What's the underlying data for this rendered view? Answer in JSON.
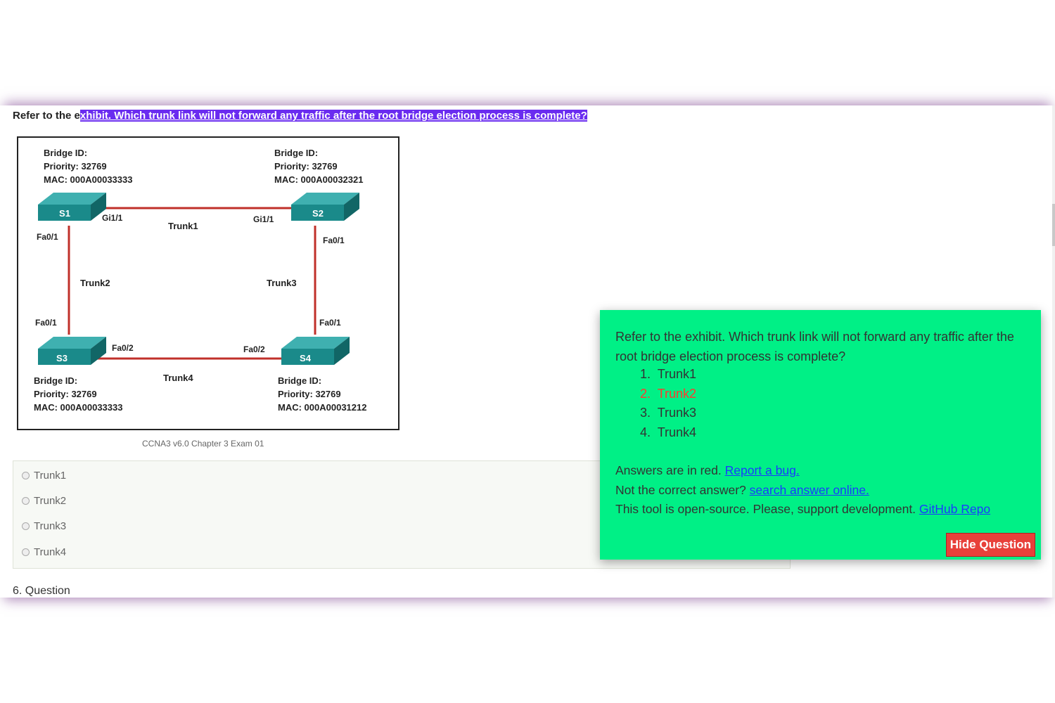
{
  "question": {
    "prefix": "Refer to the e",
    "selected": "xhibit. Which trunk link will not forward any traffic after the root bridge election process is complete?"
  },
  "exhibit": {
    "switches": [
      {
        "name": "S1",
        "bridge_label": "Bridge ID:",
        "priority": "Priority: 32769",
        "mac": "MAC: 000A00033333"
      },
      {
        "name": "S2",
        "bridge_label": "Bridge ID:",
        "priority": "Priority: 32769",
        "mac": "MAC: 000A00032321"
      },
      {
        "name": "S3",
        "bridge_label": "Bridge ID:",
        "priority": "Priority: 32769",
        "mac": "MAC: 000A00033333"
      },
      {
        "name": "S4",
        "bridge_label": "Bridge ID:",
        "priority": "Priority: 32769",
        "mac": "MAC: 000A00031212"
      }
    ],
    "ports": {
      "s1_right": "Gi1/1",
      "s2_left": "Gi1/1",
      "s1_down": "Fa0/1",
      "s2_down": "Fa0/1",
      "s3_up": "Fa0/1",
      "s4_up": "Fa0/1",
      "s3_right": "Fa0/2",
      "s4_left": "Fa0/2"
    },
    "trunks": {
      "t1": "Trunk1",
      "t2": "Trunk2",
      "t3": "Trunk3",
      "t4": "Trunk4"
    },
    "colors": {
      "switch": "#1a8a8a",
      "link": "#c0302a"
    }
  },
  "caption": "CCNA3 v6.0 Chapter 3 Exam 01",
  "options": [
    "Trunk1",
    "Trunk2",
    "Trunk3",
    "Trunk4"
  ],
  "next_question": "6. Question",
  "popup": {
    "question": "Refer to the exhibit. Which trunk link will not forward any traffic after the root bridge election process is complete?",
    "answers": [
      {
        "num": "1.",
        "text": "Trunk1"
      },
      {
        "num": "2.",
        "text": "Trunk2"
      },
      {
        "num": "3.",
        "text": "Trunk3"
      },
      {
        "num": "4.",
        "text": "Trunk4"
      }
    ],
    "answers_note": "Answers are in red.",
    "report_link": "Report a bug.",
    "not_correct": "Not the correct answer?",
    "search_link": "search answer online.",
    "open_source": "This tool is open-source. Please, support development.",
    "github_link": "GitHub Repo",
    "hide_button": "Hide Question",
    "bg_color": "#00f086",
    "answer_color": "#ff3b2f"
  }
}
